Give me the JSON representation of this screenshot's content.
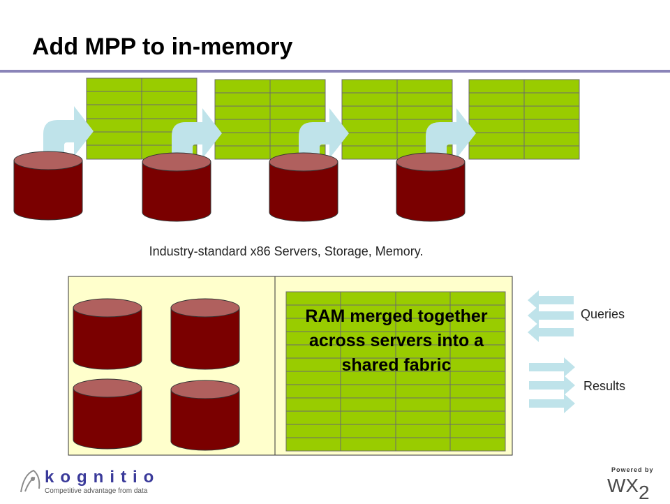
{
  "slide": {
    "title": "Add MPP to in-memory",
    "caption": "Industry-standard x86 Servers, Storage, Memory.",
    "fabric_text": "RAM merged together across servers into a shared fabric",
    "queries_label": "Queries",
    "results_label": "Results"
  },
  "footer": {
    "logo_text": "kognitio",
    "tagline": "Competitive advantage from data",
    "powered_by": "Powered by",
    "product": "WX",
    "product_sub": "2"
  },
  "colors": {
    "ram_green": "#99cc00",
    "disk_red": "#7a0000",
    "disk_top": "#b0605e",
    "arrow_blue": "#bfe3ea",
    "panel_yellow": "#ffffcc",
    "title_rule": "#8a84b8"
  },
  "icons": [
    "database-cylinder-icon",
    "memory-grid-icon",
    "curved-arrow-icon",
    "left-arrow-icon",
    "right-arrow-icon",
    "kognitio-logo-icon"
  ]
}
